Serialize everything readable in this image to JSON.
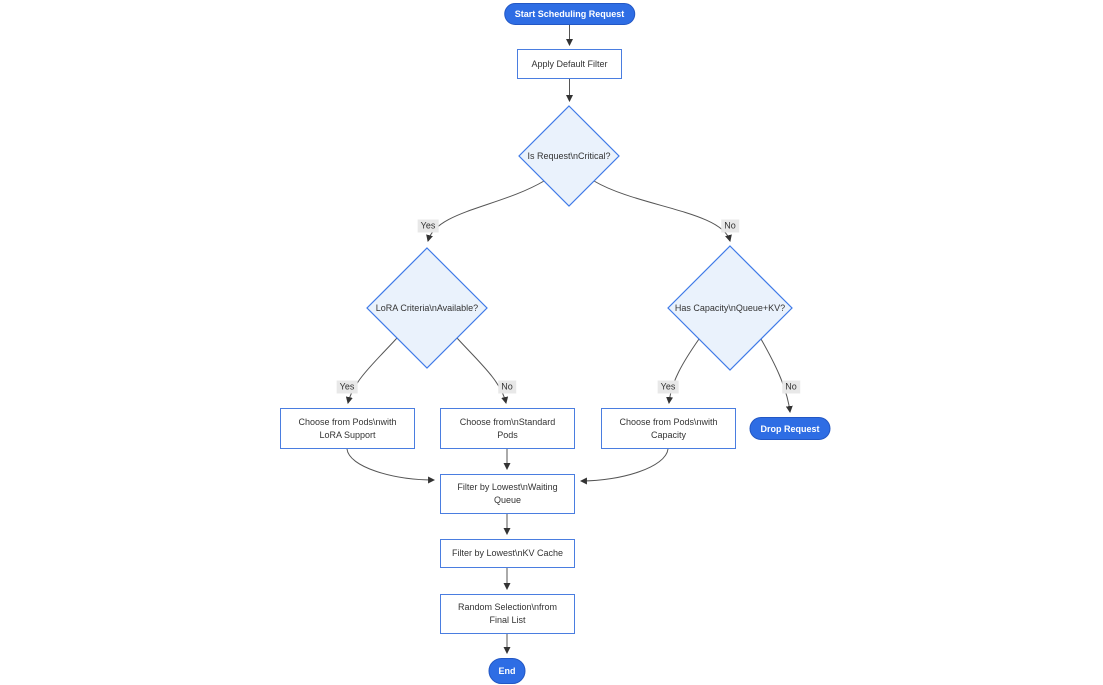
{
  "colors": {
    "accent": "#2e6de4",
    "accent-border": "#2257c4",
    "node-border": "#4a7de0",
    "diamond-fill": "#eaf2fc",
    "diamond-border": "#3f7ae8",
    "edge": "#555555",
    "arrow": "#333333",
    "label-bg": "#e8e8e8",
    "text": "#333333"
  },
  "nodes": {
    "start": {
      "label": "Start Scheduling Request"
    },
    "apply_filter": {
      "label": "Apply Default Filter"
    },
    "is_critical": {
      "label": "Is Request\\nCritical?"
    },
    "lora_criteria": {
      "label": "LoRA Criteria\\nAvailable?"
    },
    "has_capacity": {
      "label": "Has Capacity\\nQueue+KV?"
    },
    "choose_lora": {
      "label": "Choose from Pods\\nwith\nLoRA Support"
    },
    "choose_standard": {
      "label": "Choose from\\nStandard\nPods"
    },
    "choose_capacity": {
      "label": "Choose from Pods\\nwith\nCapacity"
    },
    "drop_request": {
      "label": "Drop Request"
    },
    "filter_waiting_queue": {
      "label": "Filter by Lowest\\nWaiting\nQueue"
    },
    "filter_kv_cache": {
      "label": "Filter by Lowest\\nKV Cache"
    },
    "random_selection": {
      "label": "Random Selection\\nfrom\nFinal List"
    },
    "end": {
      "label": "End"
    }
  },
  "edge_labels": {
    "critical_yes": "Yes",
    "critical_no": "No",
    "lora_yes": "Yes",
    "lora_no": "No",
    "capacity_yes": "Yes",
    "capacity_no": "No"
  }
}
